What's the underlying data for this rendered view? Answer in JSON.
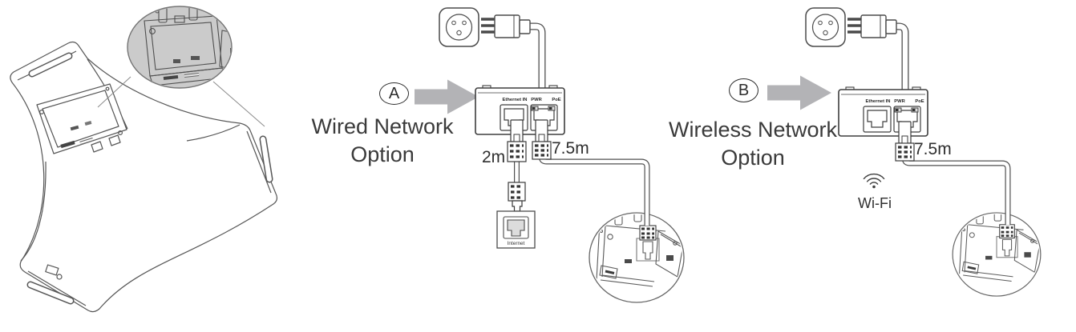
{
  "diagram": {
    "options": [
      {
        "letter": "A",
        "title": "Wired Network",
        "subtitle": "Option"
      },
      {
        "letter": "B",
        "title": "Wireless Network",
        "subtitle": "Option"
      }
    ],
    "poe_injector_ports": {
      "ethernet_in": "Ethernet IN",
      "pwr": "PWR",
      "poe": "PoE"
    },
    "cable_lengths": {
      "ethernet_2m": "2m",
      "ethernet_7_5m": "7.5m"
    },
    "internet_port_label": "Internet",
    "wifi_label": "Wi-Fi"
  },
  "colors": {
    "line": "#4f4f4f",
    "text": "#3a3a3a",
    "arrow": "#b3b3b6",
    "magnifier_fill": "#cbcbcb",
    "background": "#ffffff"
  }
}
